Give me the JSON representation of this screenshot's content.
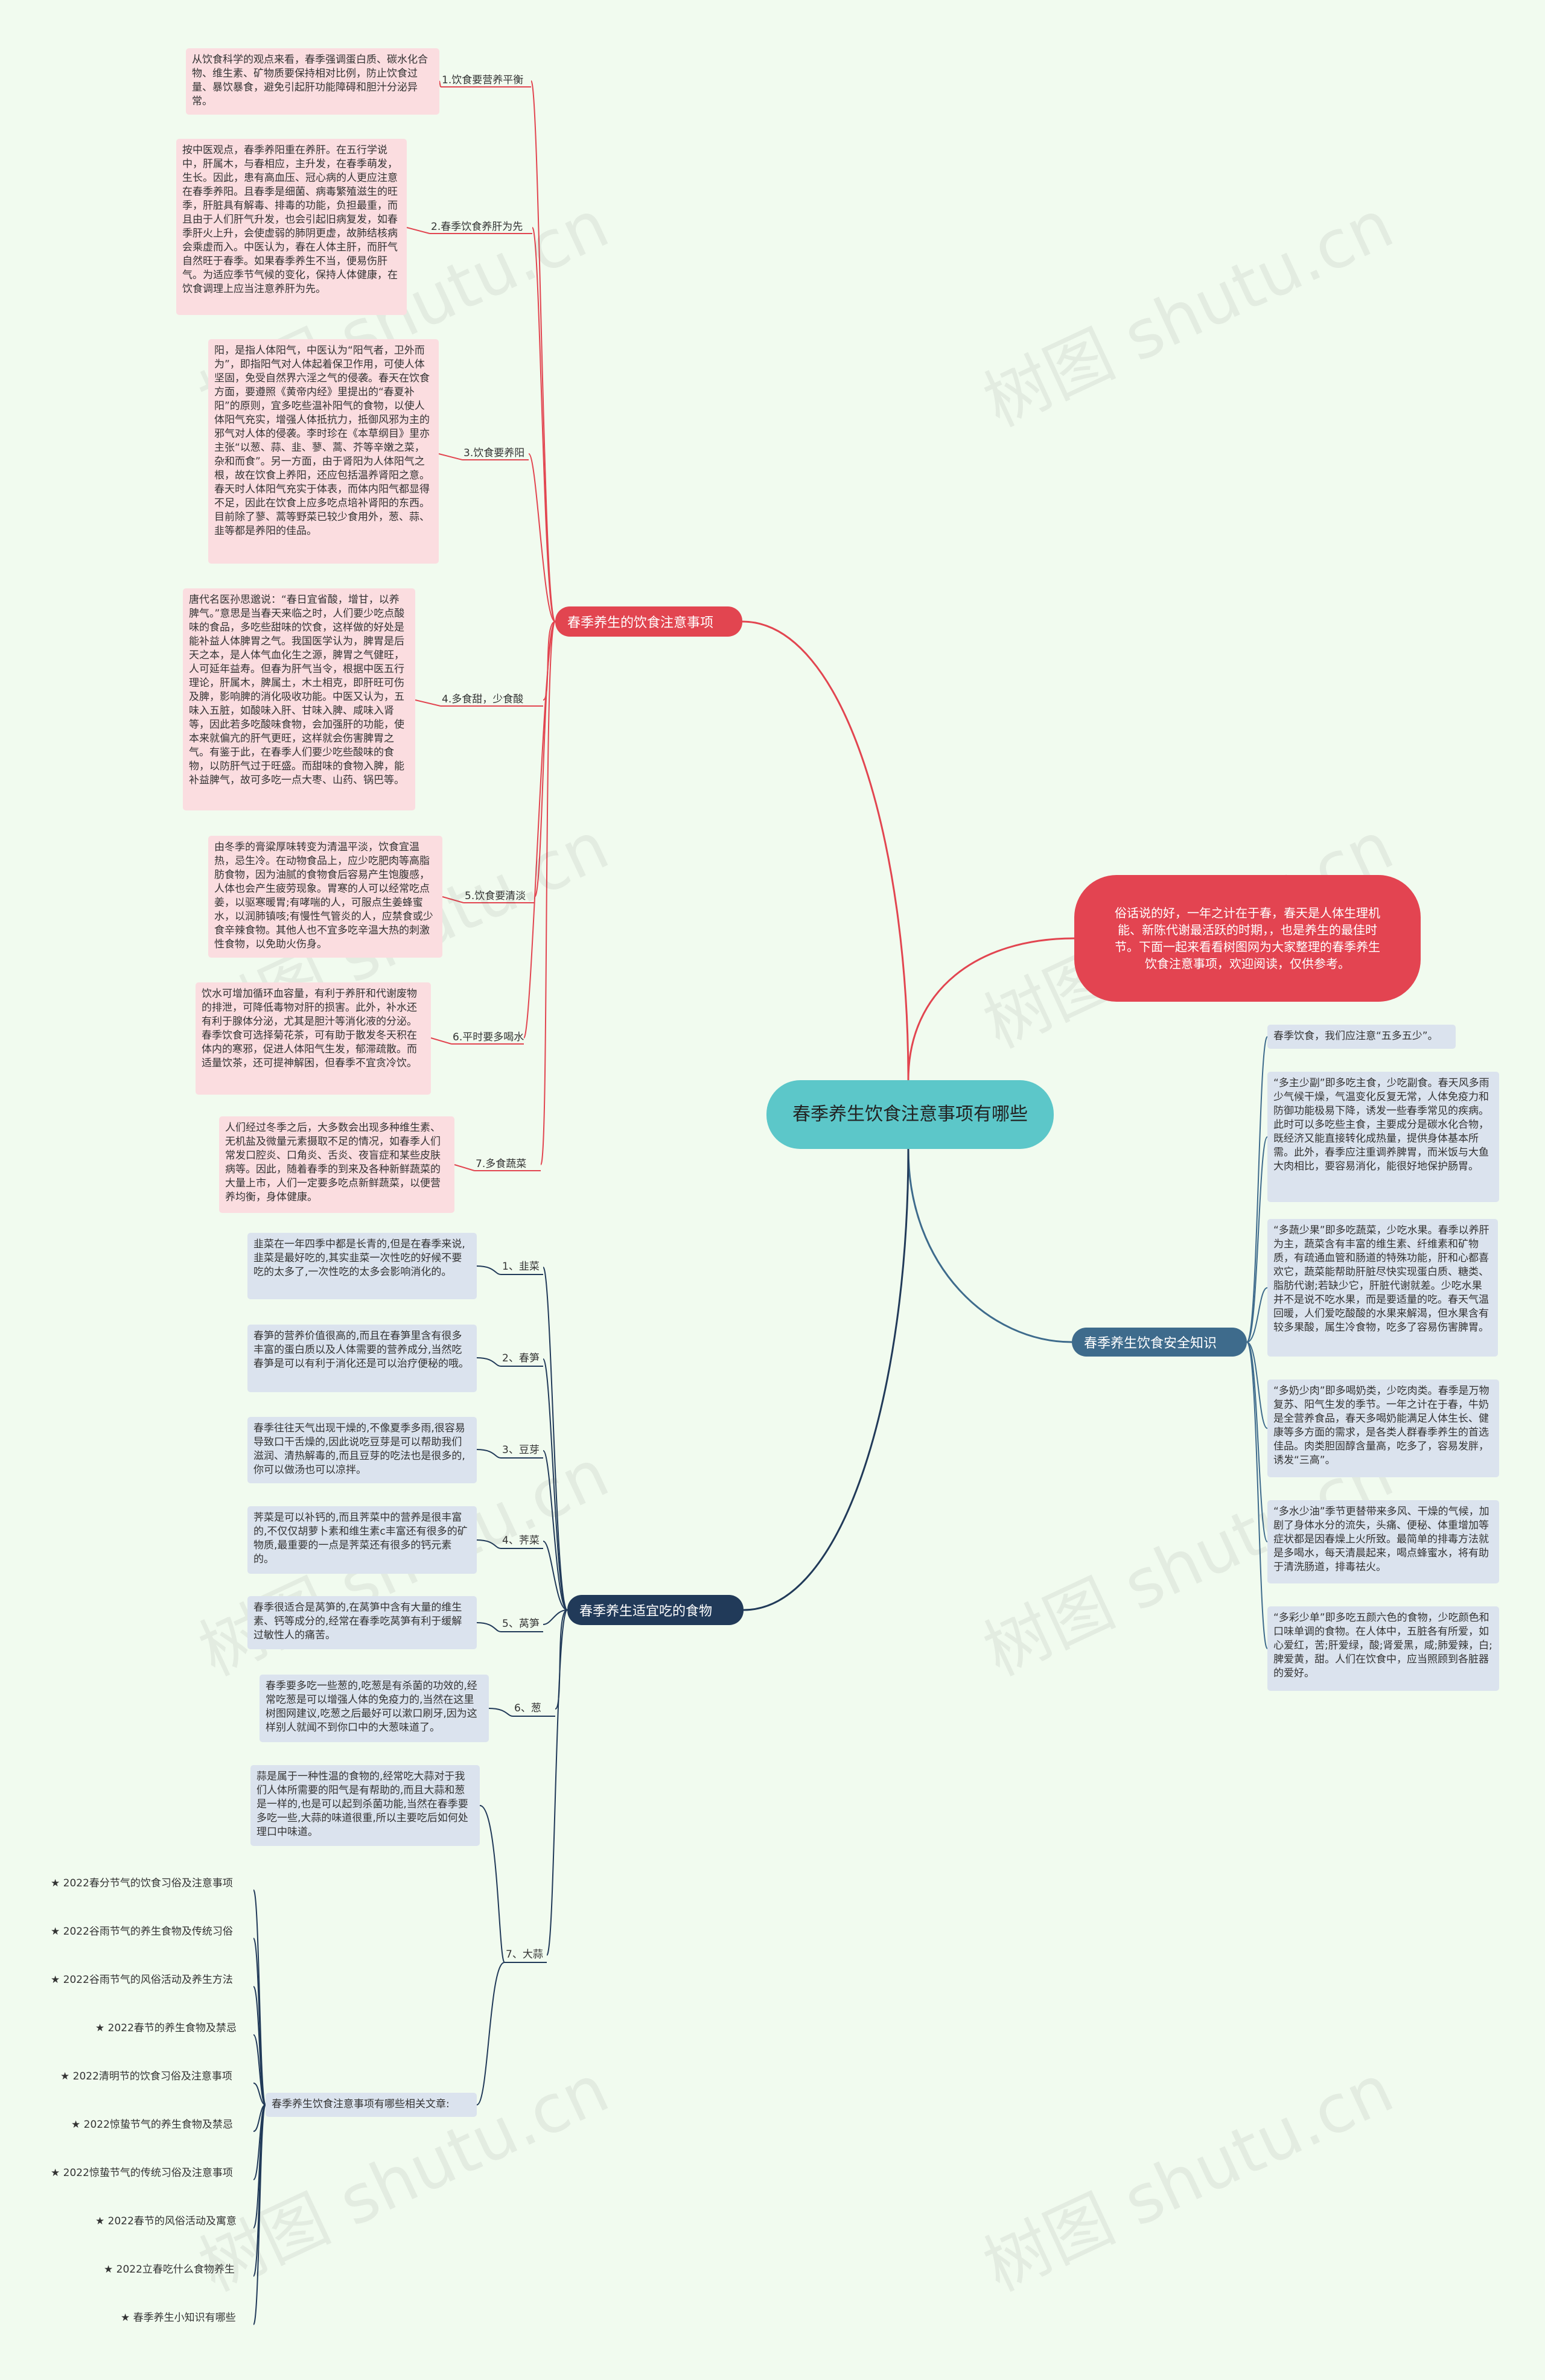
{
  "root": {
    "title": "春季养生饮食注意事项有哪些"
  },
  "watermark": "树图 shutu.cn",
  "intro": {
    "text": "俗话说的好，一年之计在于春，春天是人体生理机能、新陈代谢最活跃的时期，，也是养生的最佳时节。下面一起来看看树图网为大家整理的春季养生饮食注意事项，欢迎阅读，仅供参考。"
  },
  "branch_a": {
    "title": "春季养生的饮食注意事项",
    "items": [
      {
        "label": "1.饮食要营养平衡",
        "text": "从饮食科学的观点来看，春季强调蛋白质、碳水化合物、维生素、矿物质要保持相对比例，防止饮食过量、暴饮暴食，避免引起肝功能障碍和胆汁分泌异常。"
      },
      {
        "label": "2.春季饮食养肝为先",
        "text": "按中医观点，春季养阳重在养肝。在五行学说中，肝属木，与春相应，主升发，在春季萌发，生长。因此，患有高血压、冠心病的人更应注意在春季养阳。且春季是细菌、病毒繁殖滋生的旺季，肝脏具有解毒、排毒的功能，负担最重，而且由于人们肝气升发，也会引起旧病复发，如春季肝火上升，会使虚弱的肺阴更虚，故肺结核病会乘虚而入。中医认为，春在人体主肝，而肝气自然旺于春季。如果春季养生不当，便易伤肝气。为适应季节气候的变化，保持人体健康，在饮食调理上应当注意养肝为先。"
      },
      {
        "label": "3.饮食要养阳",
        "text": "阳，是指人体阳气，中医认为“阳气者，卫外而为”，即指阳气对人体起着保卫作用，可使人体坚固，免受自然界六淫之气的侵袭。春天在饮食方面，要遵照《黄帝内经》里提出的“春夏补阳”的原则，宜多吃些温补阳气的食物，以使人体阳气充实，增强人体抵抗力，抵御风邪为主的邪气对人体的侵袭。李时珍在《本草纲目》里亦主张“以葱、蒜、韭、蓼、蒿、芥等辛嫩之菜，杂和而食”。另一方面，由于肾阳为人体阳气之根，故在饮食上养阳，还应包括温养肾阳之意。春天时人体阳气充实于体表，而体内阳气都显得不足，因此在饮食上应多吃点培补肾阳的东西。目前除了蓼、蒿等野菜已较少食用外，葱、蒜、韭等都是养阳的佳品。"
      },
      {
        "label": "4.多食甜，少食酸",
        "text": "唐代名医孙思邈说：“春日宜省酸，增甘，以养脾气。”意思是当春天来临之时，人们要少吃点酸味的食品，多吃些甜味的饮食，这样做的好处是能补益人体脾胃之气。我国医学认为，脾胃是后天之本，是人体气血化生之源，脾胃之气健旺，人可延年益寿。但春为肝气当令，根据中医五行理论，肝属木，脾属土，木土相克，即肝旺可伤及脾，影响脾的消化吸收功能。中医又认为，五味入五脏，如酸味入肝、甘味入脾、咸味入肾等，因此若多吃酸味食物，会加强肝的功能，使本来就偏亢的肝气更旺，这样就会伤害脾胃之气。有鉴于此，在春季人们要少吃些酸味的食物，以防肝气过于旺盛。而甜味的食物入脾，能补益脾气，故可多吃一点大枣、山药、锅巴等。"
      },
      {
        "label": "5.饮食要清淡",
        "text": "由冬季的膏粱厚味转变为清温平淡，饮食宜温热，忌生冷。在动物食品上，应少吃肥肉等高脂肪食物，因为油腻的食物食后容易产生饱腹感，人体也会产生疲劳现象。胃寒的人可以经常吃点姜，以驱寒暖胃;有哮喘的人，可服点生姜蜂蜜水，以润肺镇咳;有慢性气管炎的人，应禁食或少食辛辣食物。其他人也不宜多吃辛温大热的刺激性食物，以免助火伤身。"
      },
      {
        "label": "6.平时要多喝水",
        "text": "饮水可增加循环血容量，有利于养肝和代谢废物的排泄，可降低毒物对肝的损害。此外，补水还有利于腺体分泌，尤其是胆汁等消化液的分泌。春季饮食可选择菊花茶，可有助于散发冬天积在体内的寒邪，促进人体阳气生发，郁滞疏散。而适量饮茶，还可提神解困，但春季不宜贪冷饮。"
      },
      {
        "label": "7.多食蔬菜",
        "text": "人们经过冬季之后，大多数会出现多种维生素、无机盐及微量元素摄取不足的情况，如春季人们常发口腔炎、口角炎、舌炎、夜盲症和某些皮肤病等。因此，随着春季的到来及各种新鲜蔬菜的大量上市，人们一定要多吃点新鲜蔬菜，以便营养均衡，身体健康。"
      }
    ]
  },
  "branch_b": {
    "title": "春季养生饮食安全知识",
    "items": [
      {
        "text": "春季饮食，我们应注意“五多五少”。"
      },
      {
        "text": "“多主少副”即多吃主食，少吃副食。春天风多雨少气候干燥，气温变化反复无常，人体免疫力和防御功能极易下降，诱发一些春季常见的疾病。此时可以多吃些主食，主要成分是碳水化合物，既经济又能直接转化成热量，提供身体基本所需。此外，春季应注重调养脾胃，而米饭与大鱼大肉相比，要容易消化，能很好地保护肠胃。"
      },
      {
        "text": "“多蔬少果”即多吃蔬菜，少吃水果。春季以养肝为主，蔬菜含有丰富的维生素、纤维素和矿物质，有疏通血管和肠道的特殊功能，肝和心都喜欢它，蔬菜能帮助肝脏尽快实现蛋白质、糖类、脂肪代谢;若缺少它，肝脏代谢就差。少吃水果并不是说不吃水果，而是要适量的吃。春天气温回暖，人们爱吃酸酸的水果来解渴，但水果含有较多果酸，属生冷食物，吃多了容易伤害脾胃。"
      },
      {
        "text": "“多奶少肉”即多喝奶类，少吃肉类。春季是万物复苏、阳气生发的季节。一年之计在于春，牛奶是全营养食品，春天多喝奶能满足人体生长、健康等多方面的需求，是各类人群春季养生的首选佳品。肉类胆固醇含量高，吃多了，容易发胖，诱发“三高”。"
      },
      {
        "text": "“多水少油”季节更替带来多风、干燥的气候，加剧了身体水分的流失，头痛、便秘、体重增加等症状都是因春燥上火所致。最简单的排毒方法就是多喝水，每天清晨起来，喝点蜂蜜水，将有助于清洗肠道，排毒祛火。"
      },
      {
        "text": "“多彩少单”即多吃五颜六色的食物，少吃颜色和口味单调的食物。在人体中，五脏各有所爱，如心爱红，苦;肝爱绿，酸;肾爱黑，咸;肺爱辣，白;脾爱黄，甜。人们在饮食中，应当照顾到各脏器的爱好。"
      }
    ]
  },
  "branch_c": {
    "title": "春季养生适宜吃的食物",
    "items": [
      {
        "label": "1、韭菜",
        "text": "韭菜在一年四季中都是长青的,但是在春季来说,韭菜是最好吃的,其实韭菜一次性吃的好候不要吃的太多了,一次性吃的太多会影响消化的。"
      },
      {
        "label": "2、春笋",
        "text": "春笋的营养价值很高的,而且在春笋里含有很多丰富的蛋白质以及人体需要的营养成分,当然吃春笋是可以有利于消化还是可以治疗便秘的哦。"
      },
      {
        "label": "3、豆芽",
        "text": "春季往往天气出现干燥的,不像夏季多雨,很容易导致口干舌燥的,因此说吃豆芽是可以帮助我们滋润、清热解毒的,而且豆芽的吃法也是很多的,你可以做汤也可以凉拌。"
      },
      {
        "label": "4、荠菜",
        "text": "荠菜是可以补钙的,而且荠菜中的营养是很丰富的,不仅仅胡萝卜素和维生素c丰富还有很多的矿物质,最重要的一点是荠菜还有很多的钙元素的。"
      },
      {
        "label": "5、莴笋",
        "text": "春季很适合是莴笋的,在莴笋中含有大量的维生素、钙等成分的,经常在春季吃莴笋有利于缓解过敏性人的痛苦。"
      },
      {
        "label": "6、葱",
        "text": "春季要多吃一些葱的,吃葱是有杀菌的功效的,经常吃葱是可以增强人体的免疫力的,当然在这里树图网建议,吃葱之后最好可以漱口刷牙,因为这样别人就闻不到你口中的大葱味道了。"
      },
      {
        "label": "7、大蒜",
        "text": "蒜是属于一种性温的食物的,经常吃大蒜对于我们人体所需要的阳气是有帮助的,而且大蒜和葱是一样的,也是可以起到杀菌功能,当然在春季要多吃一些,大蒜的味道很重,所以主要吃后如何处理口中味道。"
      }
    ],
    "related": {
      "label": "春季养生饮食注意事项有哪些相关文章:",
      "links": [
        "★ 2022春分节气的饮食习俗及注意事项",
        "★ 2022谷雨节气的养生食物及传统习俗",
        "★ 2022谷雨节气的风俗活动及养生方法",
        "★ 2022春节的养生食物及禁忌",
        "★ 2022清明节的饮食习俗及注意事项",
        "★ 2022惊蛰节气的养生食物及禁忌",
        "★ 2022惊蛰节气的传统习俗及注意事项",
        "★ 2022春节的风俗活动及寓意",
        "★ 2022立春吃什么食物养生",
        "★ 春季养生小知识有哪些"
      ]
    }
  },
  "colors": {
    "background": "#f1fbef",
    "root": "#5cc7c9",
    "branch_a": "#e24550",
    "branch_b": "#3e6b8c",
    "branch_c": "#213a59",
    "leaf_pink": "#fbdde0",
    "leaf_blue": "#dbe3ee"
  }
}
